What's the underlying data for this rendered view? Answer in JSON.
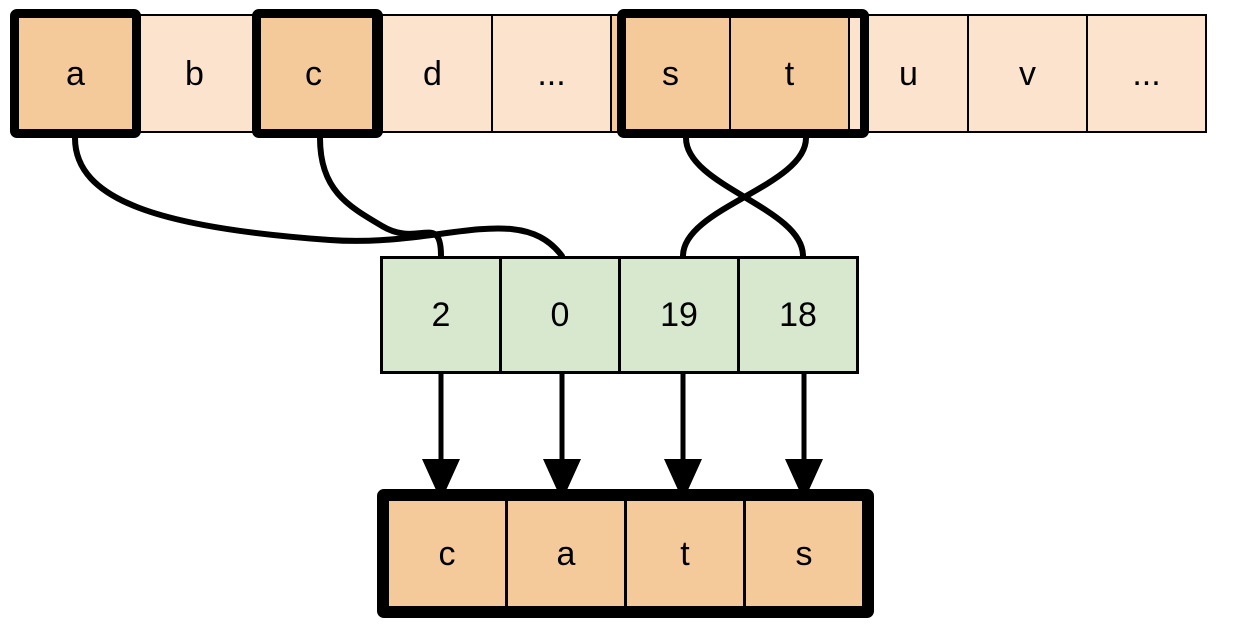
{
  "diagram": {
    "title": "string-indexing-diagram",
    "colors": {
      "cell_fill": "#fbe3ce",
      "cell_fill_highlight": "#f5ca9a",
      "index_fill": "#d8e8cf",
      "result_fill": "#f5ca9a",
      "stroke": "#000000",
      "background": "#ffffff"
    },
    "alphabet_row": {
      "name": "alphabet-row",
      "cells": [
        {
          "label": "a",
          "highlighted": true
        },
        {
          "label": "b",
          "highlighted": false
        },
        {
          "label": "c",
          "highlighted": true
        },
        {
          "label": "d",
          "highlighted": false
        },
        {
          "label": "...",
          "highlighted": false
        },
        {
          "label": "s",
          "highlighted": true
        },
        {
          "label": "t",
          "highlighted": true
        },
        {
          "label": "u",
          "highlighted": false
        },
        {
          "label": "v",
          "highlighted": false
        },
        {
          "label": "...",
          "highlighted": false
        }
      ],
      "groups": [
        {
          "name": "group-a",
          "start_index": 0,
          "span": 1
        },
        {
          "name": "group-c",
          "start_index": 2,
          "span": 1
        },
        {
          "name": "group-st",
          "start_index": 5,
          "span": 2
        }
      ]
    },
    "index_row": {
      "name": "index-row",
      "cells": [
        {
          "value": "2"
        },
        {
          "value": "0"
        },
        {
          "value": "19"
        },
        {
          "value": "18"
        }
      ]
    },
    "result_row": {
      "name": "result-row",
      "cells": [
        {
          "label": "c"
        },
        {
          "label": "a"
        },
        {
          "label": "t"
        },
        {
          "label": "s"
        }
      ]
    },
    "connections": {
      "curves": [
        {
          "name": "curve-a-to-index-1",
          "from_letter": "a",
          "to_index_cell": 1
        },
        {
          "name": "curve-c-to-index-0",
          "from_letter": "c",
          "to_index_cell": 0
        },
        {
          "name": "curve-s-to-index-3",
          "from_letter": "s",
          "to_index_cell": 3
        },
        {
          "name": "curve-t-to-index-2",
          "from_letter": "t",
          "to_index_cell": 2
        }
      ],
      "arrows": [
        {
          "name": "arrow-index-0-to-result-0",
          "from_index_cell": 0,
          "to_result_cell": 0
        },
        {
          "name": "arrow-index-1-to-result-1",
          "from_index_cell": 1,
          "to_result_cell": 1
        },
        {
          "name": "arrow-index-2-to-result-2",
          "from_index_cell": 2,
          "to_result_cell": 2
        },
        {
          "name": "arrow-index-3-to-result-3",
          "from_index_cell": 3,
          "to_result_cell": 3
        }
      ]
    }
  }
}
